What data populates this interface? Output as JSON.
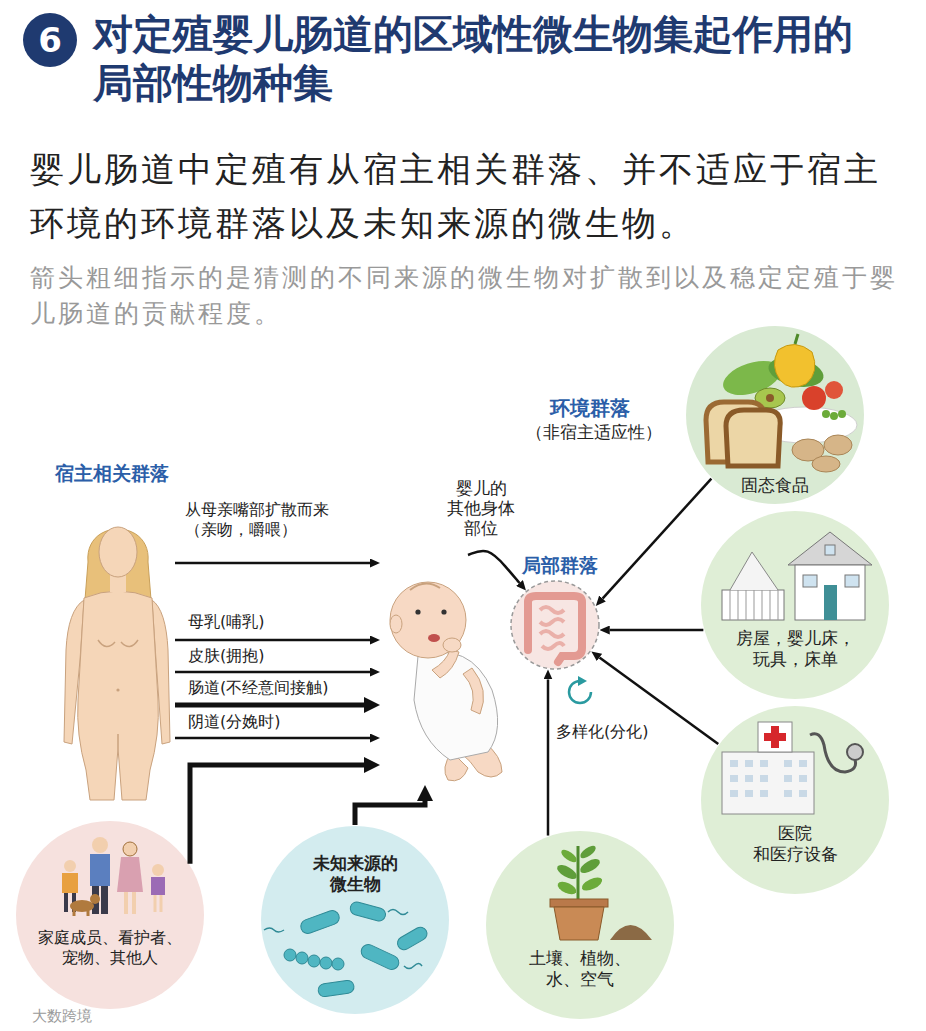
{
  "diagram": {
    "title": "对定殖婴儿肠道的区域性微生物集起作用的 局部性物种集",
    "nodes": [
      {
        "text": [
          "宿主相关群落"
        ]
      },
      {
        "text": [
          "婴儿的 其他身体 部位"
        ]
      },
      {
        "text": [
          "局部群落"
        ]
      },
      {
        "text": [
          "固态食品"
        ]
      },
      {
        "text": [
          "房屋，婴儿床， 玩具，床单"
        ]
      },
      {
        "text": [
          "医院 和医疗设备"
        ]
      },
      {
        "text": [
          "家庭成员、看护者、 宠物、其他人"
        ]
      },
      {
        "text": [
          "未知来源的 微生物"
        ]
      },
      {
        "text": [
          "土壤、植物、 水、空气"
        ]
      }
    ],
    "edges": [
      {
        "from": 0,
        "to": 1,
        "arrow": "to",
        "label": "从母亲嘴部扩散而来 （亲吻，嚼喂）"
      },
      {
        "from": 0,
        "to": 1,
        "arrow": "to",
        "label": "母乳(哺乳)"
      },
      {
        "from": 0,
        "to": 1,
        "arrow": "to",
        "label": "皮肤(拥抱)"
      },
      {
        "from": 0,
        "to": 1,
        "arrow": "to",
        "label": "肠道(不经意间接触)"
      },
      {
        "from": 0,
        "to": 1,
        "arrow": "to",
        "label": "阴道(分娩时)"
      },
      {
        "from": 6,
        "to": 1,
        "arrow": "to"
      },
      {
        "from": 7,
        "to": 1,
        "arrow": "to"
      },
      {
        "from": 1,
        "to": 2,
        "arrow": "to"
      },
      {
        "from": 3,
        "to": 2,
        "arrow": "to"
      },
      {
        "from": 4,
        "to": 2,
        "arrow": "to"
      },
      {
        "from": 5,
        "to": 2,
        "arrow": "to"
      },
      {
        "from": 8,
        "to": 2,
        "arrow": "to"
      }
    ],
    "labels": [
      "6",
      "婴儿肠道中定殖有从宿主相关群落、并不适应于宿主 环境的环境群落以及未知来源的微生物。",
      "箭头粗细指示的是猜测的不同来源的微生物对扩散到以及稳定定殖于婴 儿肠道的贡献程度。",
      "环境群落",
      "（非宿主适应性）",
      "多样化(分化)",
      "大数跨境"
    ]
  }
}
